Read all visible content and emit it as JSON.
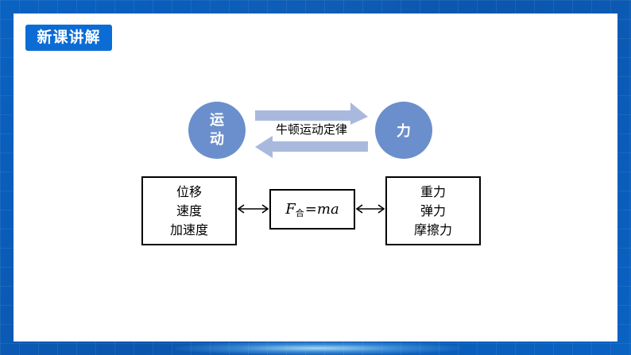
{
  "slide": {
    "title": "新课讲解"
  },
  "diagram": {
    "circle_left": "运动",
    "circle_right": "力",
    "arrow_label": "牛顿运动定律",
    "kinematics": [
      "位移",
      "速度",
      "加速度"
    ],
    "formula": {
      "lhs": "F",
      "subscript": "合",
      "rhs": "=ma"
    },
    "forces": [
      "重力",
      "弹力",
      "摩擦力"
    ]
  },
  "colors": {
    "frame": "#0b5fb8",
    "title_bg": "#0b6cd6",
    "circle": "#6b8fcc",
    "arrow": "#a9b9de"
  }
}
